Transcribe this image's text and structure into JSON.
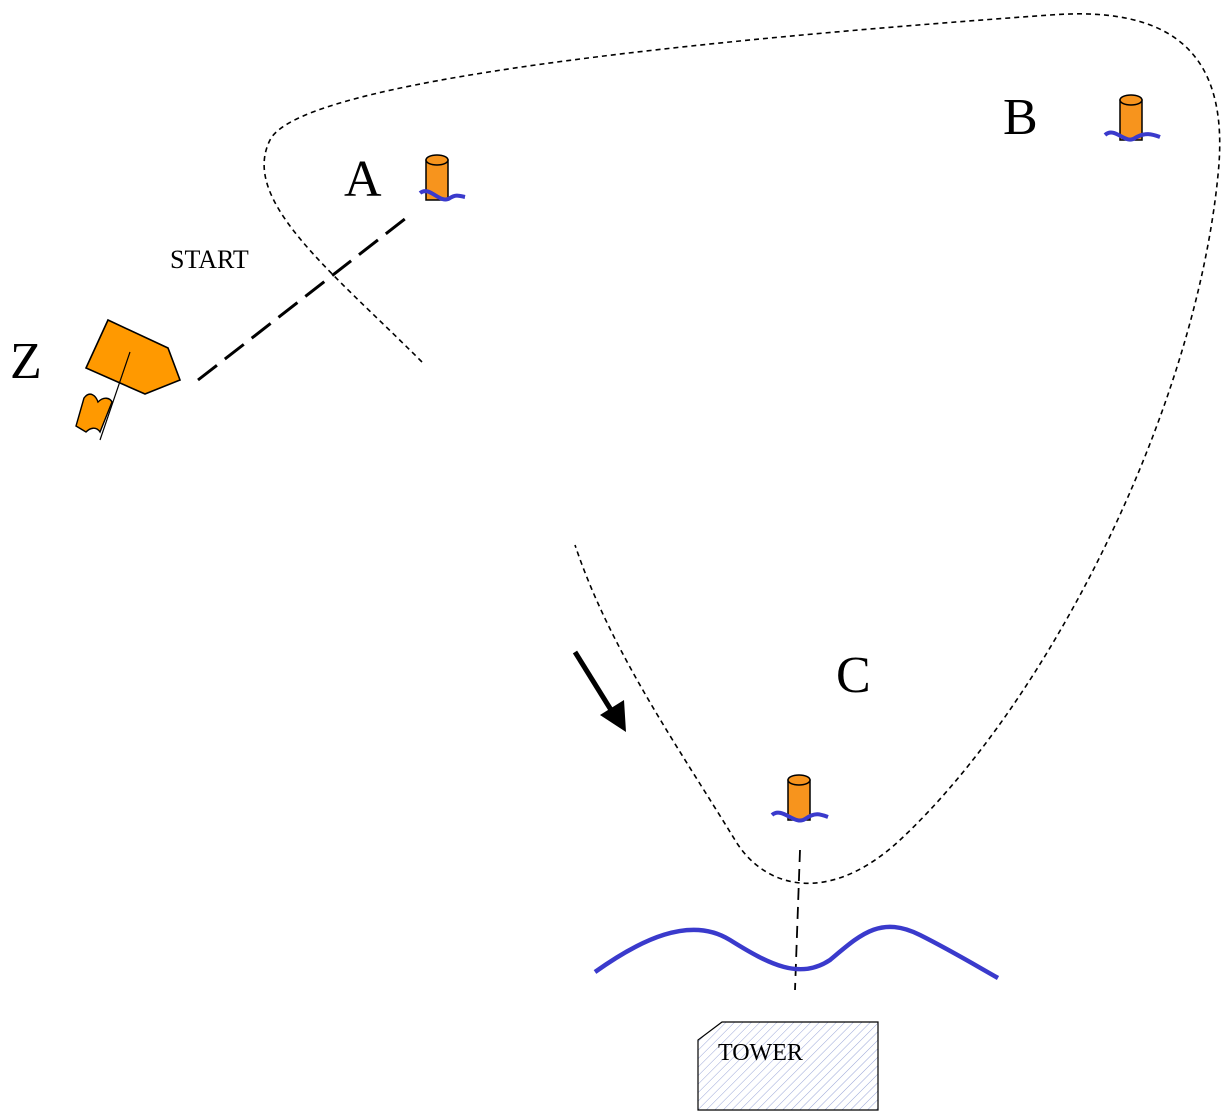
{
  "labels": {
    "mark_a": "A",
    "mark_b": "B",
    "mark_c": "C",
    "committee_boat": "Z",
    "start": "START",
    "tower": "TOWER"
  },
  "colors": {
    "buoy_fill": "#f7941d",
    "wave": "#3a3acc",
    "boat_fill": "#ff9900",
    "course_line": "#000000",
    "tower_hatch": "#9aa6d8"
  },
  "icons": {
    "buoy": "cylinder-buoy-icon",
    "boat": "committee-boat-icon",
    "arrow": "wind-arrow-icon",
    "tower": "tower-building-icon"
  }
}
